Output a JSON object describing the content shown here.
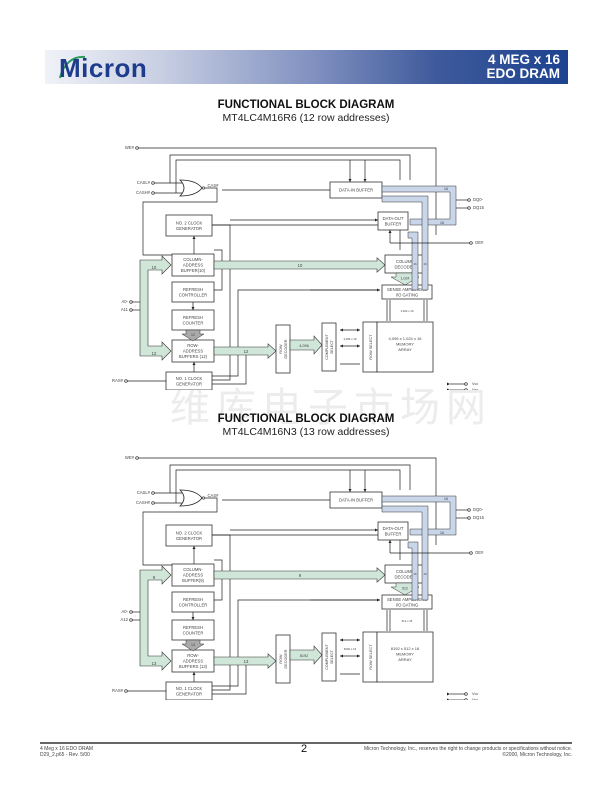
{
  "header": {
    "logo": "Micron",
    "product_line1": "4 MEG x 16",
    "product_line2": "EDO DRAM",
    "brand_color": "#1d4290"
  },
  "watermark": "维库电子市场网",
  "diagrams": [
    {
      "title": "FUNCTIONAL BLOCK DIAGRAM",
      "subtitle": "MT4LC4M16R6 (12 row addresses)",
      "signals": {
        "we": "WE#",
        "casl": "CASL#",
        "cash": "CASH#",
        "cas": "CAS#",
        "addr_top": "A0-",
        "addr_bot": "A11",
        "ras": "RAS#",
        "dq_top": "DQ0-",
        "dq_bot": "DQ15",
        "oe": "OE#",
        "vcc": "Vcc",
        "vss": "Vss"
      },
      "blocks": {
        "clock2": [
          "NO. 2 CLOCK",
          "GENERATOR"
        ],
        "col_addr": [
          "COLUMN-",
          "ADDRESS",
          "BUFFER(10)"
        ],
        "refresh_ctrl": [
          "REFRESH",
          "CONTROLLER"
        ],
        "refresh_cnt": [
          "REFRESH",
          "COUNTER"
        ],
        "row_addr": [
          "ROW-",
          "ADDRESS",
          "BUFFERS (12)"
        ],
        "clock1": [
          "NO. 1 CLOCK",
          "GENERATOR"
        ],
        "data_in": [
          "DATA-IN BUFFER"
        ],
        "data_out": [
          "DATA-OUT",
          "BUFFER"
        ],
        "col_dec": [
          "COLUMN",
          "DECODER"
        ],
        "sense": [
          "SENSE AMPLIFIERS",
          "I/O GATING"
        ],
        "row_dec": [
          "ROW",
          "DECODER"
        ],
        "comp_sel": [
          "COMPLEMENT",
          "SELECT"
        ],
        "row_sel": [
          "ROW SELECT"
        ],
        "mem": [
          "4,096 x 1,024 x 16",
          "MEMORY",
          "ARRAY"
        ]
      },
      "bus_labels": {
        "col_in": "10",
        "col_out": "10",
        "row_in": "12",
        "row_out": "12",
        "refresh": "12",
        "row_dec_out": "4,096",
        "col_dec_out": "1,024",
        "sense_mem": "1,024 x 16",
        "comp_mem": "4,096 x 16",
        "dq_in": "16",
        "dq_out": "16",
        "vbus1": "16",
        "vbus2": "16"
      }
    },
    {
      "title": "FUNCTIONAL BLOCK DIAGRAM",
      "subtitle": "MT4LC4M16N3 (13 row addresses)",
      "signals": {
        "we": "WE#",
        "casl": "CASL#",
        "cash": "CASH#",
        "cas": "CAS#",
        "addr_top": "A0-",
        "addr_bot": "A12",
        "ras": "RAS#",
        "dq_top": "DQ0-",
        "dq_bot": "DQ15",
        "oe": "OE#",
        "vcc": "Vcc",
        "vss": "Vss"
      },
      "blocks": {
        "clock2": [
          "NO. 2 CLOCK",
          "GENERATOR"
        ],
        "col_addr": [
          "COLUMN-",
          "ADDRESS",
          "BUFFER(9)"
        ],
        "refresh_ctrl": [
          "REFRESH",
          "CONTROLLER"
        ],
        "refresh_cnt": [
          "REFRESH",
          "COUNTER"
        ],
        "row_addr": [
          "ROW-",
          "ADDRESS",
          "BUFFERS (13)"
        ],
        "clock1": [
          "NO. 1 CLOCK",
          "GENERATOR"
        ],
        "data_in": [
          "DATA-IN BUFFER"
        ],
        "data_out": [
          "DATA-OUT",
          "BUFFER"
        ],
        "col_dec": [
          "COLUMN",
          "DECODER"
        ],
        "sense": [
          "SENSE AMPLIFIERS",
          "I/O GATING"
        ],
        "row_dec": [
          "ROW",
          "DECODER"
        ],
        "comp_sel": [
          "COMPLEMENT",
          "SELECT"
        ],
        "row_sel": [
          "ROW SELECT"
        ],
        "mem": [
          "8192 x 512 x 16",
          "MEMORY",
          "ARRAY"
        ]
      },
      "bus_labels": {
        "col_in": "9",
        "col_out": "9",
        "row_in": "13",
        "row_out": "13",
        "refresh": "13",
        "row_dec_out": "8192",
        "col_dec_out": "512",
        "sense_mem": "512 x 16",
        "comp_mem": "8192 x 16",
        "dq_in": "16",
        "dq_out": "16",
        "vbus1": "16",
        "vbus2": "16"
      }
    }
  ],
  "footer": {
    "left_line1": "4 Meg x 16 EDO DRAM",
    "left_line2": "D29_2.p65 - Rev. 5/00",
    "page_number": "2",
    "right_line1": "Micron Technology, Inc., reserves the right to change products or specifications without notice.",
    "right_line2": "©2000, Micron Technology, Inc."
  }
}
